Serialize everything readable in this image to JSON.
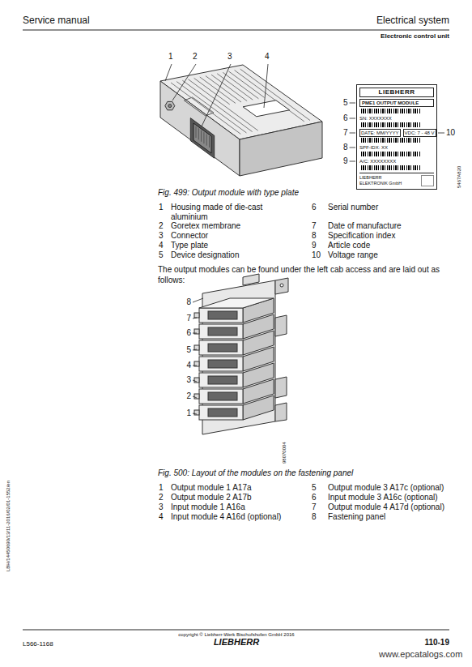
{
  "diagram": {
    "nodes": [
      {
        "text": [
          "LIEBHERR",
          "PME1 OUTPUT MODULE",
          "SN: XXXXXXX",
          "DATE: MM/YYYY",
          "VDC: 7 - 48 V",
          "SPF-IDX: XX",
          "A/C: XXXXXXXX",
          "LIEBHERR ELEKTRONIK GmbH"
        ]
      }
    ],
    "labels": [
      "Service manual",
      "Electrical system",
      "Electronic control unit",
      "1",
      "2",
      "3",
      "4",
      "5",
      "6",
      "7",
      "8",
      "9",
      "10",
      "5467A820",
      "Fig. 499: Output module with type plate",
      "1",
      "Housing made of die-cast aluminium",
      "6",
      "Serial number",
      "2",
      "Goretex membrane",
      "7",
      "Date of manufacture",
      "3",
      "Connector",
      "8",
      "Specification index",
      "4",
      "Type plate",
      "9",
      "Article code",
      "5",
      "Device designation",
      "10",
      "Voltage range",
      "The output modules can be found under the left cab access and are laid out as follows:",
      "8",
      "7",
      "6",
      "5",
      "4",
      "3",
      "2",
      "1",
      "98070004",
      "Fig. 500: Layout of the modules on the fastening panel",
      "1",
      "Output module 1 A17a",
      "5",
      "Output module 3 A17c (optional)",
      "2",
      "Output module 2 A17b",
      "6",
      "Input module 3 A16c (optional)",
      "3",
      "Input module 1 A16a",
      "7",
      "Output module 4 A17d (optional)",
      "4",
      "Input module 4 A16d (optional)",
      "8",
      "Fastening panel",
      "LBH/14450690/13/11-2016/02/01-1552/en",
      "copyright © Liebherr-Werk Bischofshofen GmbH 2016",
      "LIEBHERR",
      "L566-1168",
      "110-19",
      "www.epcatalogs.com"
    ]
  }
}
